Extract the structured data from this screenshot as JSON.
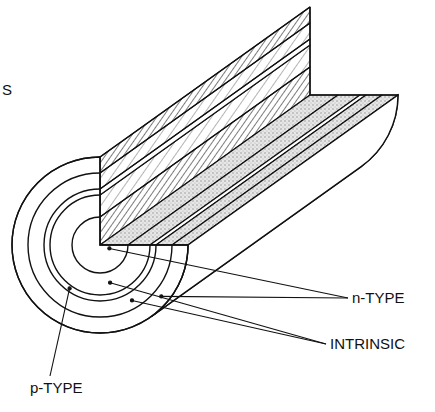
{
  "diagram": {
    "labels": [
      "S",
      "n-TYPE",
      "INTRINSIC",
      "p-TYPE"
    ]
  }
}
